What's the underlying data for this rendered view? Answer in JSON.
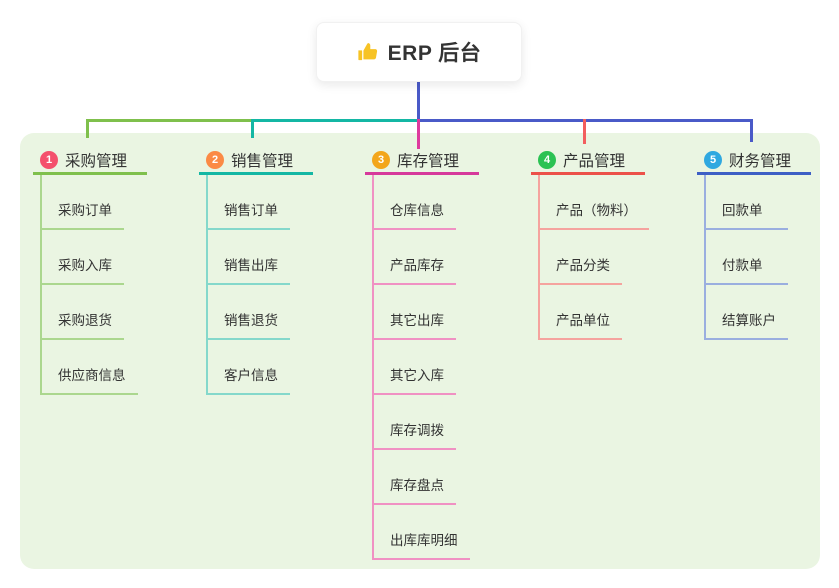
{
  "root": {
    "title": "ERP 后台",
    "icon": "thumbs-up-icon",
    "icon_color": "#F7C325",
    "stem_color": "#4A5AC8"
  },
  "panel": {
    "bg_color": "#EAF5E2"
  },
  "branches": [
    {
      "index": "1",
      "title": "采购管理",
      "badge_color": "#F4506C",
      "line_color": "#7FC04C",
      "child_line_color": "#ABD78E",
      "connector_color": "#7FC04C",
      "children": [
        "采购订单",
        "采购入库",
        "采购退货",
        "供应商信息"
      ]
    },
    {
      "index": "2",
      "title": "销售管理",
      "badge_color": "#FB8A45",
      "line_color": "#14B7A4",
      "child_line_color": "#84D8CB",
      "connector_color": "#14B7A4",
      "children": [
        "销售订单",
        "销售出库",
        "销售退货",
        "客户信息"
      ]
    },
    {
      "index": "3",
      "title": "库存管理",
      "badge_color": "#F3A61B",
      "line_color": "#D6399B",
      "child_line_color": "#F091C3",
      "connector_color": "#DE3A9E",
      "children": [
        "仓库信息",
        "产品库存",
        "其它出库",
        "其它入库",
        "库存调拨",
        "库存盘点",
        "出库库明细"
      ]
    },
    {
      "index": "4",
      "title": "产品管理",
      "badge_color": "#2BC253",
      "line_color": "#EC5149",
      "child_line_color": "#F5A39E",
      "connector_color": "#F25E5E",
      "children": [
        "产品（物料）",
        "产品分类",
        "产品单位"
      ]
    },
    {
      "index": "5",
      "title": "财务管理",
      "badge_color": "#2FA8E0",
      "line_color": "#3D5FC5",
      "child_line_color": "#9AAEDF",
      "connector_color": "#4A5AC8",
      "children": [
        "回款单",
        "付款单",
        "结算账户"
      ]
    }
  ]
}
